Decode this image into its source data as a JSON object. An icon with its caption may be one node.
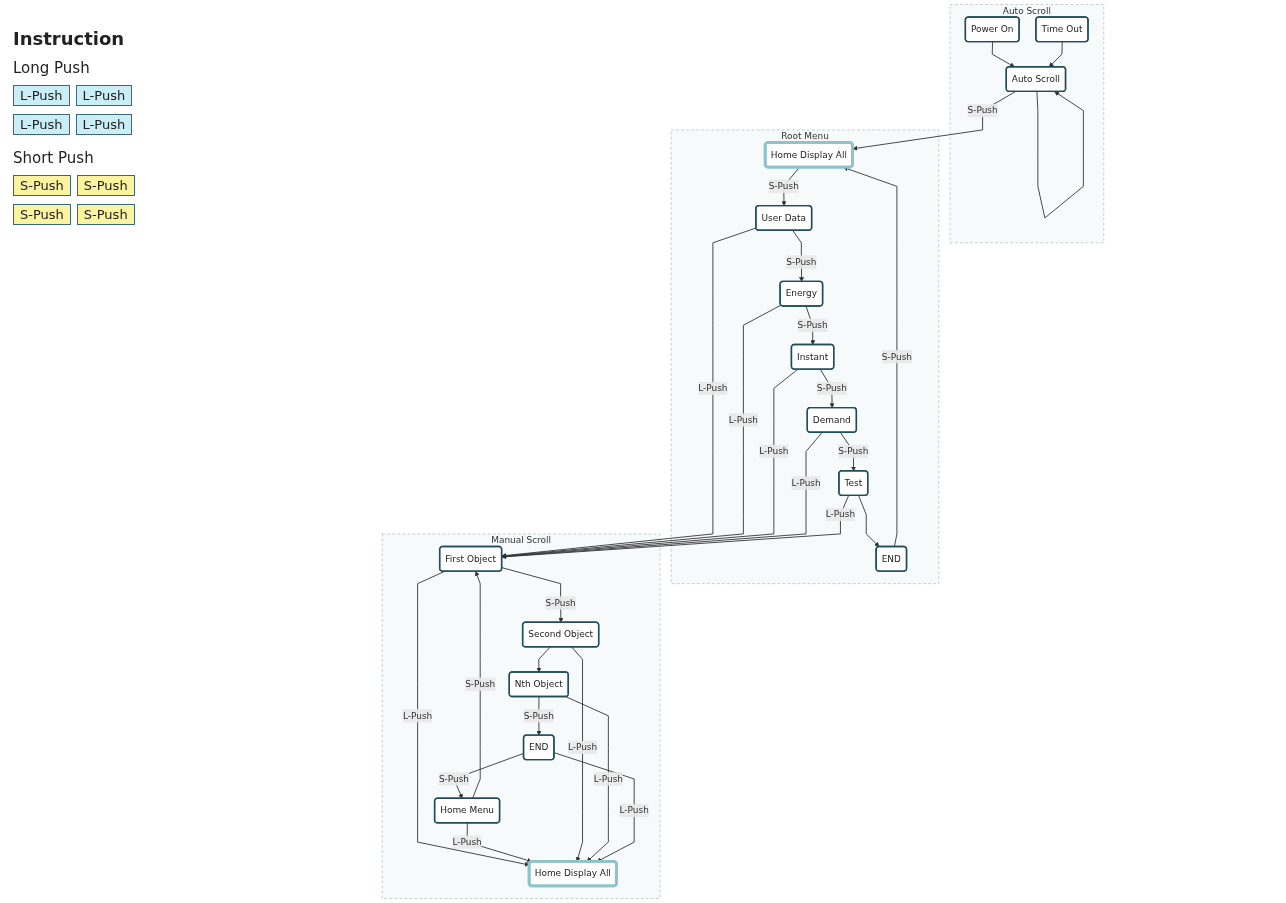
{
  "diagram": {
    "nodes": [
      {
        "text": [
          "Auto Scroll"
        ]
      },
      {
        "text": [
          "Auto Scroll"
        ],
        "in": 0
      },
      {
        "text": [
          "Power On"
        ],
        "in": 0
      },
      {
        "text": [
          "Time Out"
        ],
        "in": 0
      },
      {
        "text": [
          "Root Menu"
        ]
      },
      {
        "text": [
          "END"
        ],
        "in": 4
      },
      {
        "text": [
          "Home Display All"
        ],
        "in": 4
      },
      {
        "text": [
          "User Data"
        ],
        "in": 4
      },
      {
        "text": [
          "Energy"
        ],
        "in": 4
      },
      {
        "text": [
          "Instant"
        ],
        "in": 4
      },
      {
        "text": [
          "Demand"
        ],
        "in": 4
      },
      {
        "text": [
          "Test"
        ],
        "in": 4
      },
      {
        "text": [
          "Manual Scroll"
        ]
      },
      {
        "text": [
          "First Object"
        ],
        "in": 12
      },
      {
        "text": [
          "Home Menu"
        ],
        "in": 12
      },
      {
        "text": [
          "Home Display All"
        ],
        "in": 12
      },
      {
        "text": [
          "Second Object"
        ],
        "in": 12
      },
      {
        "text": [
          "END"
        ],
        "in": 12
      },
      {
        "text": [
          "Nth Object"
        ],
        "in": 12
      }
    ],
    "edges": [
      {
        "from": 2,
        "to": 1,
        "arrow": "to"
      },
      {
        "from": 3,
        "to": 1,
        "arrow": "to"
      },
      {
        "from": 1,
        "to": 1,
        "arrow": "to"
      },
      {
        "from": 1,
        "to": 6,
        "arrow": "to",
        "label": "S-Push"
      },
      {
        "from": 11,
        "to": 5,
        "arrow": "to"
      },
      {
        "from": 5,
        "to": 6,
        "arrow": "to",
        "label": "S-Push"
      },
      {
        "from": 6,
        "to": 7,
        "arrow": "to",
        "label": "S-Push"
      },
      {
        "from": 7,
        "to": 8,
        "arrow": "to",
        "label": "S-Push"
      },
      {
        "from": 8,
        "to": 9,
        "arrow": "to",
        "label": "S-Push"
      },
      {
        "from": 9,
        "to": 10,
        "arrow": "to",
        "label": "S-Push"
      },
      {
        "from": 10,
        "to": 11,
        "arrow": "to",
        "label": "S-Push"
      },
      {
        "from": 7,
        "to": 13,
        "arrow": "to",
        "label": "L-Push"
      },
      {
        "from": 8,
        "to": 13,
        "arrow": "to",
        "label": "L-Push"
      },
      {
        "from": 9,
        "to": 13,
        "arrow": "to",
        "label": "L-Push"
      },
      {
        "from": 10,
        "to": 13,
        "arrow": "to",
        "label": "L-Push"
      },
      {
        "from": 11,
        "to": 13,
        "arrow": "to",
        "label": "L-Push"
      },
      {
        "from": 13,
        "to": 15,
        "arrow": "to",
        "label": "L-Push"
      },
      {
        "from": 13,
        "to": 16,
        "arrow": "to",
        "label": "S-Push"
      },
      {
        "from": 14,
        "to": 13,
        "arrow": "to",
        "label": "S-Push"
      },
      {
        "from": 14,
        "to": 15,
        "arrow": "to",
        "label": "L-Push"
      },
      {
        "from": 16,
        "to": 15,
        "arrow": "to",
        "label": "L-Push"
      },
      {
        "from": 16,
        "to": 18,
        "arrow": "to"
      },
      {
        "from": 18,
        "to": 15,
        "arrow": "to",
        "label": "L-Push"
      },
      {
        "from": 18,
        "to": 17,
        "arrow": "to",
        "label": "S-Push"
      },
      {
        "from": 17,
        "to": 15,
        "arrow": "to",
        "label": "L-Push"
      },
      {
        "from": 17,
        "to": 14,
        "arrow": "to",
        "label": "S-Push"
      }
    ],
    "labels": [
      "Instruction",
      "Long Push",
      "L-Push",
      "L-Push",
      "L-Push",
      "L-Push",
      "Short Push",
      "S-Push",
      "S-Push",
      "S-Push",
      "S-Push"
    ]
  }
}
